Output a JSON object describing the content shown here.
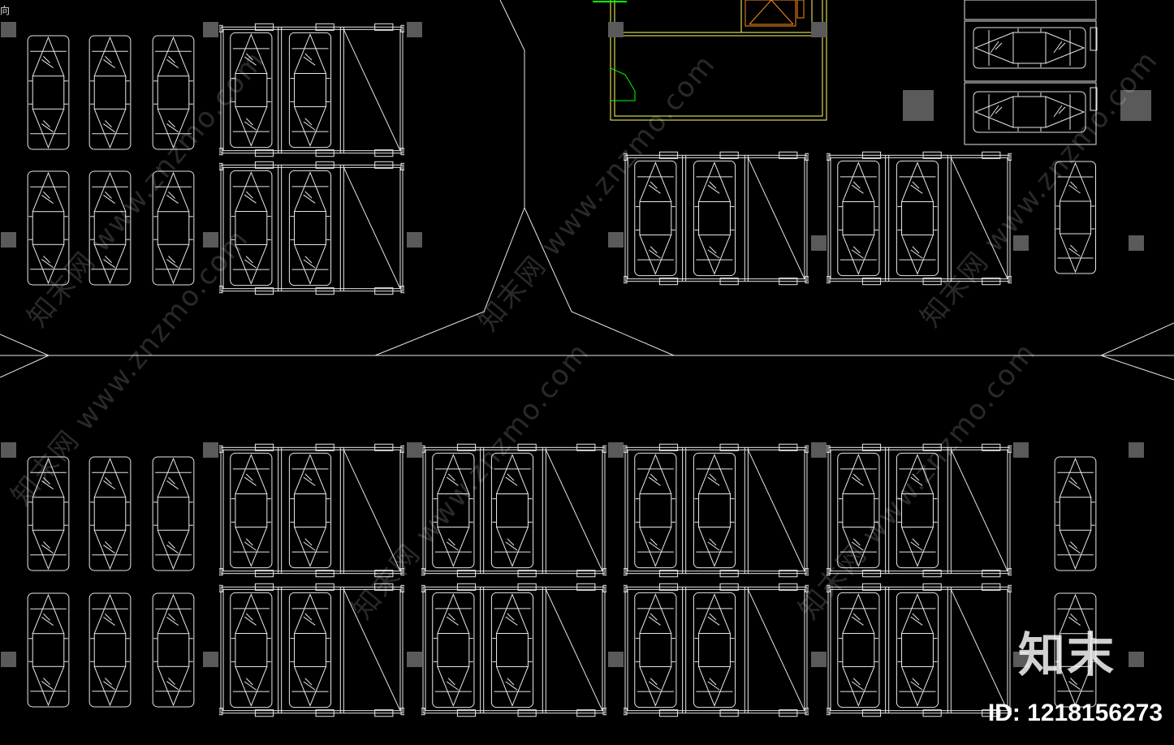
{
  "drawing": {
    "background": "#000000",
    "line_color": "#e6e6e6",
    "column_color": "#5a5a5a",
    "wall_color": "#ffff66",
    "door_color": "#00ff00",
    "stair_color": "#ff8c1a",
    "corner_label": "向"
  },
  "watermark": {
    "diagonal_text": "知末网 www.znzmo.com",
    "logo": "知末",
    "id_text": "ID: 1218156273"
  }
}
